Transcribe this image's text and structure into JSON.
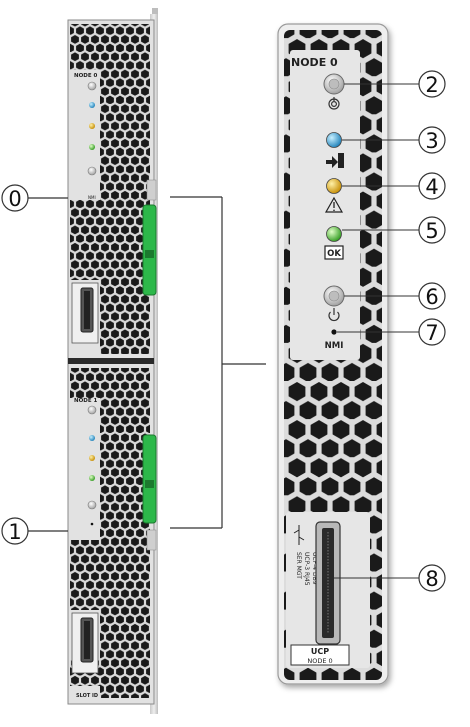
{
  "callouts": [
    "0",
    "1",
    "2",
    "3",
    "4",
    "5",
    "6",
    "7",
    "8"
  ],
  "node0_label": "NODE 0",
  "node1_label": "NODE 1",
  "nmi_label": "NMI",
  "ok_label": "OK",
  "ucp_label": "UCP",
  "ucp_node_label": "NODE 0",
  "port_labels": [
    "SER MGT",
    "UCP-3 RJ45",
    "UCP-4 DB9"
  ],
  "slot_id_label": "SLOT ID",
  "colors": {
    "latch_green": "#2db84a",
    "led_blue": "#2f9fd6",
    "led_amber": "#e8b418",
    "led_green": "#4fc13a",
    "panel_gray": "#e4e4e4",
    "hole_dark": "#1a1a1a"
  },
  "icons": [
    "locator-icon",
    "ready-to-remove-icon",
    "fault-warning-icon",
    "power-ok-icon",
    "power-button-icon",
    "usb-icon"
  ]
}
